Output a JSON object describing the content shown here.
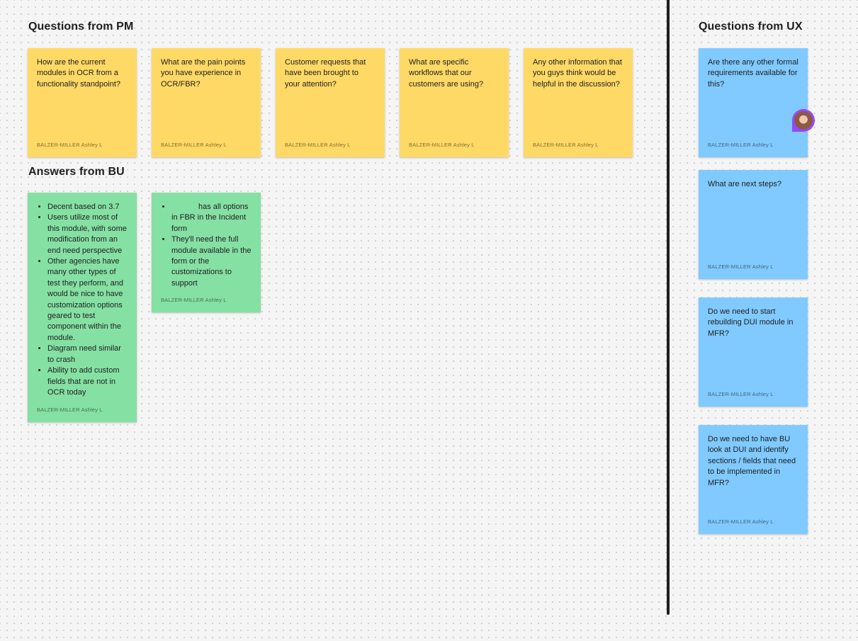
{
  "sections": {
    "pm_title": "Questions from PM",
    "bu_title": "Answers from BU",
    "ux_title": "Questions from UX"
  },
  "author": "BALZER-MILLER Ashley L",
  "pm_notes": [
    "How are the current modules in OCR from a functionality standpoint?",
    "What are the pain points you have experience in OCR/FBR?",
    "Customer requests that have been brought to your attention?",
    "What are specific workflows that our customers are using?",
    "Any other information that you guys think would be helpful in the discussion?"
  ],
  "bu_notes": [
    {
      "items": [
        "Decent based on 3.7",
        "Users utilize most of this module, with some modification from an end need perspective",
        "Other agencies have many other types of test they perform, and would be nice to have customization options geared to test component within the module.",
        "Diagram need similar to crash",
        "Ability to add custom fields that are not in OCR today"
      ]
    },
    {
      "items": [
        "has all options in FBR in the Incident form",
        "They'll need the full module available in the form or the customizations to support"
      ]
    }
  ],
  "ux_notes": [
    "Are there any other formal requirements available for this?",
    "What are next steps?",
    "Do we need to start rebuilding DUI module in MFR?",
    "Do we need to have BU look at DUI and identify sections / fields that need to be implemented in MFR?"
  ],
  "colors": {
    "pm_sticky": "#ffd966",
    "bu_sticky": "#85e0a3",
    "ux_sticky": "#80caff",
    "divider": "#1e1e1e",
    "avatar_ring": "#9747ff"
  }
}
